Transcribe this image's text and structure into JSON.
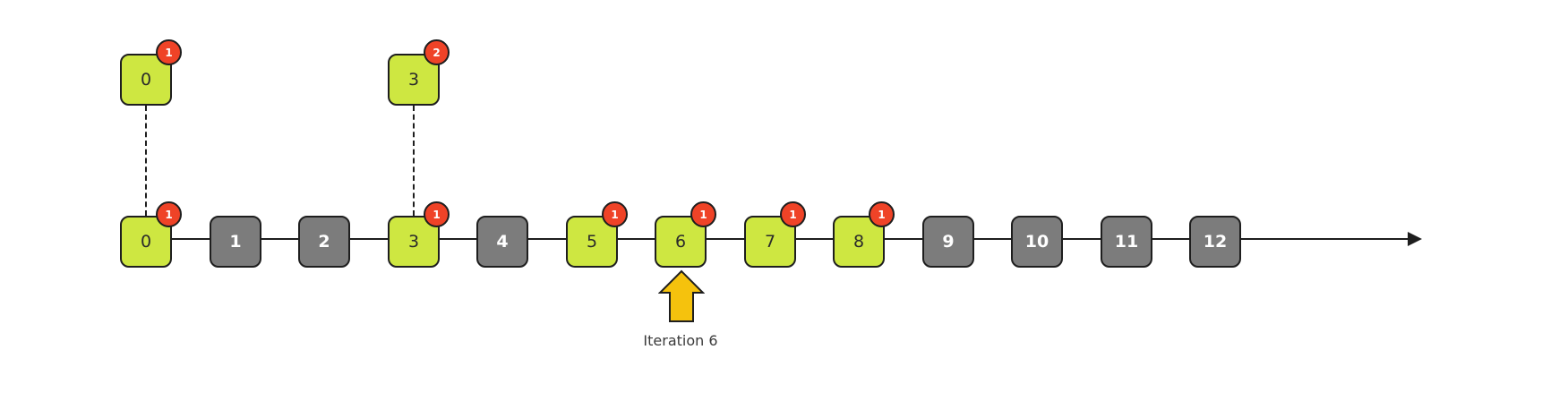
{
  "colors": {
    "active": "#cee741",
    "inactive": "#7c7c7c",
    "badge": "#ef4327",
    "pointer": "#f5c20d",
    "stroke": "#1e1e1e"
  },
  "timeline": [
    {
      "label": "0",
      "state": "active",
      "badge": "1"
    },
    {
      "label": "1",
      "state": "inactive",
      "badge": null
    },
    {
      "label": "2",
      "state": "inactive",
      "badge": null
    },
    {
      "label": "3",
      "state": "active",
      "badge": "1"
    },
    {
      "label": "4",
      "state": "inactive",
      "badge": null
    },
    {
      "label": "5",
      "state": "active",
      "badge": "1"
    },
    {
      "label": "6",
      "state": "active",
      "badge": "1"
    },
    {
      "label": "7",
      "state": "active",
      "badge": "1"
    },
    {
      "label": "8",
      "state": "active",
      "badge": "1"
    },
    {
      "label": "9",
      "state": "inactive",
      "badge": null
    },
    {
      "label": "10",
      "state": "inactive",
      "badge": null
    },
    {
      "label": "11",
      "state": "inactive",
      "badge": null
    },
    {
      "label": "12",
      "state": "inactive",
      "badge": null
    }
  ],
  "stacked": [
    {
      "label": "0",
      "badge": "1",
      "over_index": 0
    },
    {
      "label": "3",
      "badge": "2",
      "over_index": 3
    }
  ],
  "pointer": {
    "label": "Iteration 6",
    "at_index": 6
  }
}
